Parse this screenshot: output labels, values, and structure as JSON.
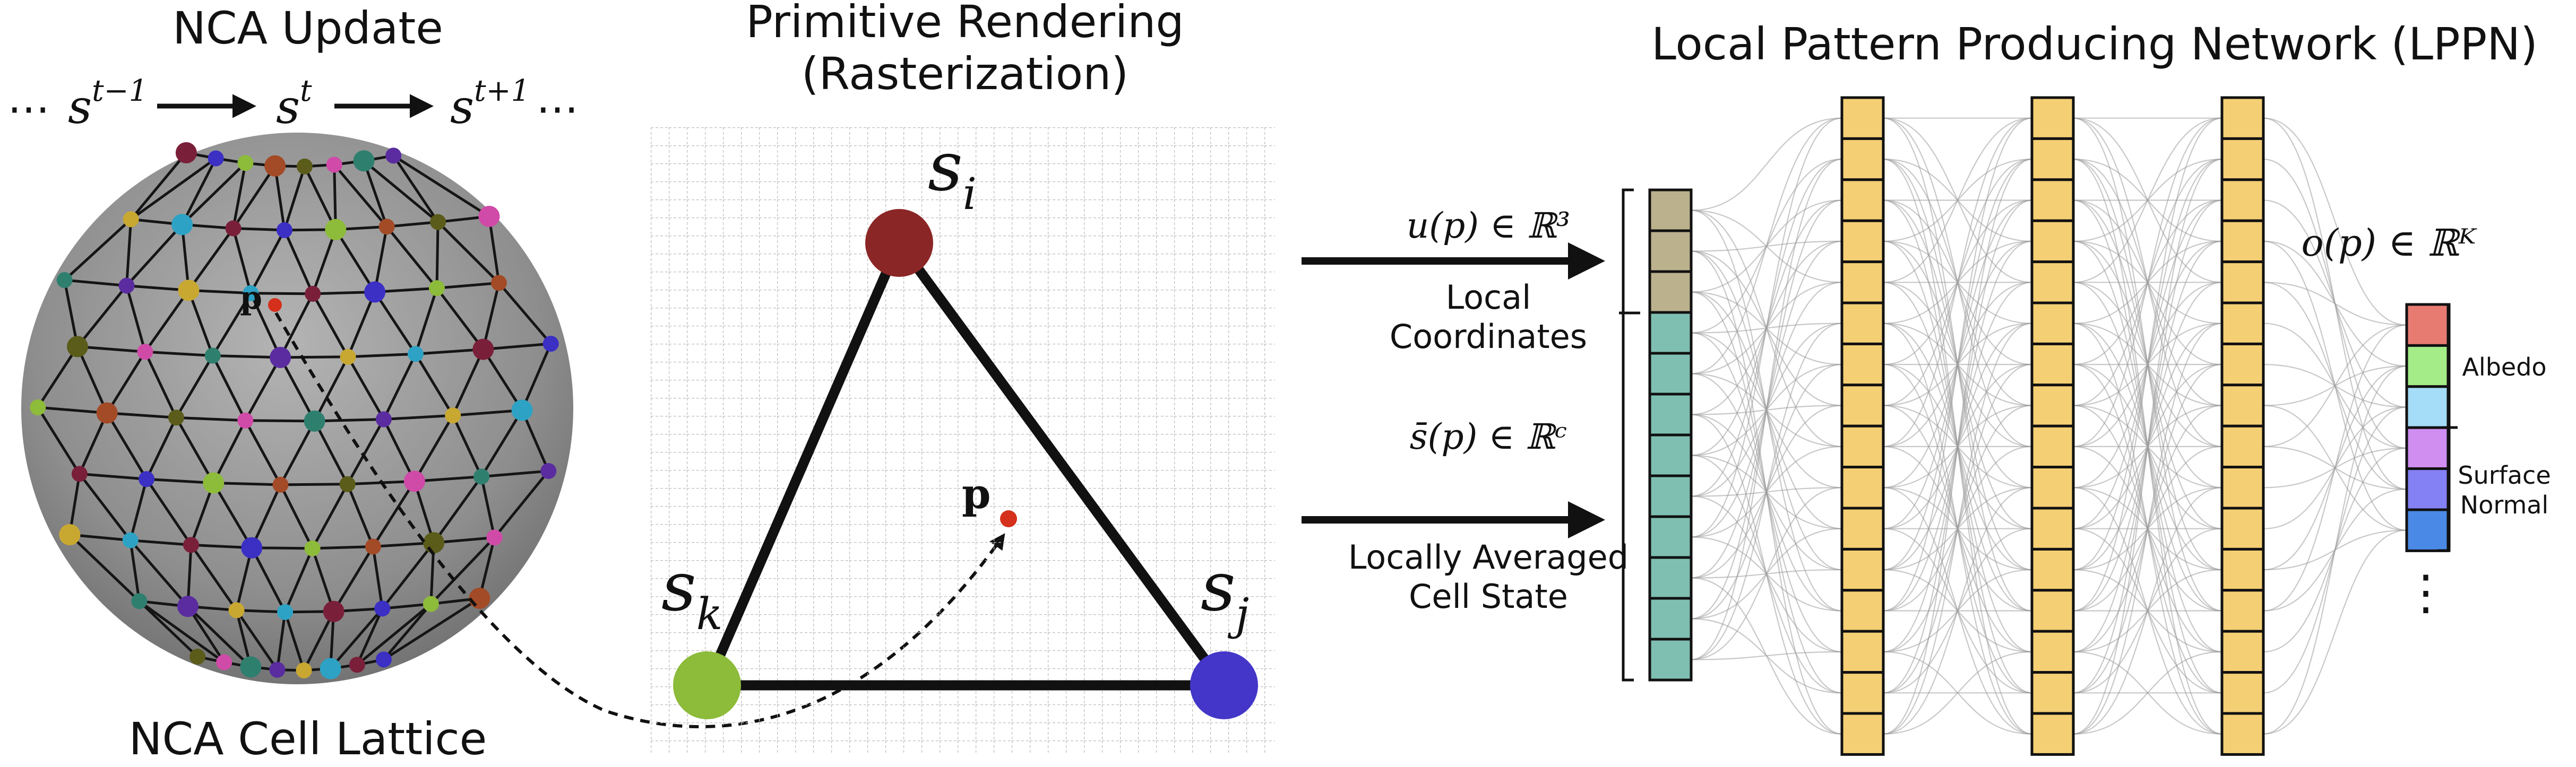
{
  "nca_update": {
    "title": "NCA Update",
    "seq_dots_left": "⋯",
    "s_prev_base": "s",
    "s_prev_sup": "t−1",
    "s_cur_base": "s",
    "s_cur_sup": "t",
    "s_next_base": "s",
    "s_next_sup": "t+1",
    "seq_dots_right": "⋯"
  },
  "lattice": {
    "caption": "NCA Cell Lattice",
    "point_label": "p"
  },
  "rendering": {
    "title_line1": "Primitive Rendering",
    "title_line2": "(Rasterization)",
    "vertex_i_base": "s",
    "vertex_i_sub": "i",
    "vertex_j_base": "s",
    "vertex_j_sub": "j",
    "vertex_k_base": "s",
    "vertex_k_sub": "k",
    "point_label": "p"
  },
  "inputs": {
    "local_coords_formula": "u(p) ∈ ℝ³",
    "local_coords_line1": "Local",
    "local_coords_line2": "Coordinates",
    "cell_state_formula": "s̄(p) ∈ ℝᶜ",
    "cell_state_line1": "Locally Averaged",
    "cell_state_line2": "Cell State"
  },
  "network": {
    "title": "Local Pattern Producing Network (LPPN)",
    "output_formula": "o(p) ∈ ℝᴷ",
    "output_albedo": "Albedo",
    "output_normal_line1": "Surface",
    "output_normal_line2": "Normal",
    "output_more": "⋮"
  },
  "colors": {
    "vertex_i": "#8b2626",
    "vertex_j": "#4336c8",
    "vertex_k": "#8dbb3a",
    "point": "#d4301c",
    "coord_cell": "#bcb18d",
    "state_cell": "#7fbfb1",
    "hidden_cell": "#f4cf74",
    "output_cells": [
      "#e77b72",
      "#a3ec88",
      "#a5dcf7",
      "#cf8ef0",
      "#8481f4",
      "#4a8ae6"
    ],
    "sphere": "#8f8f8f"
  }
}
